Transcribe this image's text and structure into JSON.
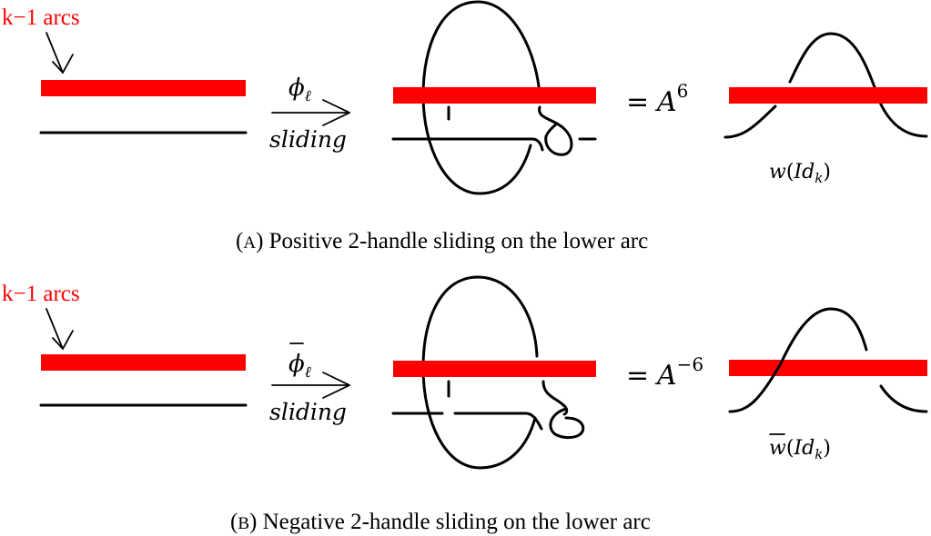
{
  "panel_a": {
    "arcs_label": "k−1 arcs",
    "map_symbol": "ϕ",
    "map_subscript": "ℓ",
    "arrow_label": "sliding",
    "equals": "=",
    "coef_base": "A",
    "coef_exponent": "6",
    "writhe_func": "w",
    "writhe_arg_open": "(",
    "writhe_arg": "Id",
    "writhe_arg_sub": "k",
    "writhe_arg_close": ")",
    "caption_tag": "A",
    "caption_text": "Positive 2-handle sliding on the lower arc"
  },
  "panel_b": {
    "arcs_label": "k−1 arcs",
    "map_symbol": "ϕ",
    "map_subscript": "ℓ",
    "arrow_label": "sliding",
    "equals": "=",
    "coef_base": "A",
    "coef_exponent": "−6",
    "writhe_func": "w",
    "writhe_arg_open": "(",
    "writhe_arg": "Id",
    "writhe_arg_sub": "k",
    "writhe_arg_close": ")",
    "caption_tag": "B",
    "caption_text": "Negative 2-handle sliding on the lower arc"
  },
  "colors": {
    "band": "#ff0000",
    "stroke": "#000000",
    "label": "#ff0000"
  }
}
